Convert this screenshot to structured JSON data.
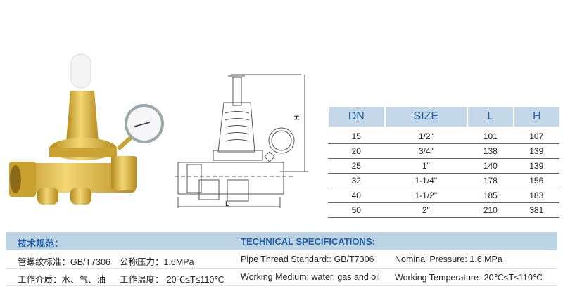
{
  "table": {
    "headers": [
      "DN",
      "SIZE",
      "L",
      "H"
    ],
    "rows": [
      [
        "15",
        "1/2\"",
        "101",
        "107"
      ],
      [
        "20",
        "3/4\"",
        "138",
        "139"
      ],
      [
        "25",
        "1\"",
        "140",
        "139"
      ],
      [
        "32",
        "1-1/4\"",
        "178",
        "156"
      ],
      [
        "40",
        "1-1/2\"",
        "185",
        "183"
      ],
      [
        "50",
        "2\"",
        "210",
        "381"
      ]
    ]
  },
  "drawing": {
    "height_label": "H",
    "length_label": "L"
  },
  "specs": {
    "cn_title": "技术规范：",
    "en_title": "TECHNICAL SPECIFICATIONS:",
    "cn_thread": "管螺纹标准：GB/T7306",
    "cn_pressure": "公称压力：1.6MPa",
    "en_thread": "Pipe Thread Standard:: GB/T7306",
    "en_pressure": "Nominal Pressure: 1.6 MPa",
    "cn_medium": "工作介质：水、气、油",
    "cn_temp": "工作温度：-20℃≤T≤110℃",
    "en_medium": "Working Medium: water, gas and oil",
    "en_temp": "Working Temperature:-20℃≤T≤110℃"
  },
  "colors": {
    "accent": "#1f5fa6",
    "header_bg": "#c4d8e7",
    "brass": "#d9b13a"
  }
}
